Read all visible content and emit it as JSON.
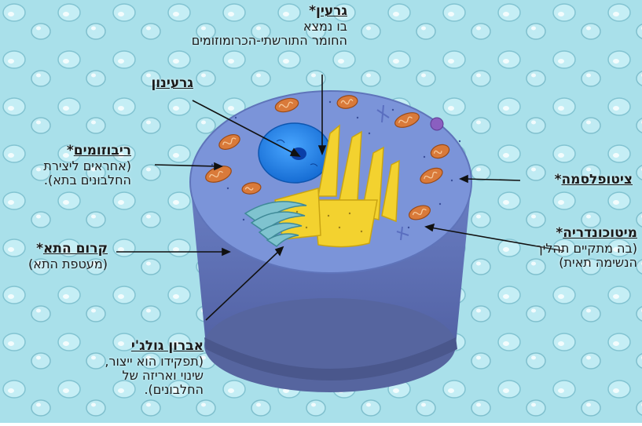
{
  "background_color": "#a9e0ea",
  "labels": {
    "nucleus": {
      "title": "גרעין",
      "star": "*",
      "desc": [
        "בו נמצא",
        "החומר התורשתי-הכרומוזומים"
      ]
    },
    "nucleolus": {
      "title": "גרעינון"
    },
    "ribosomes": {
      "title": "ריבוזומים",
      "star": "*",
      "desc": [
        "(אחראים ליצירת",
        "החלבונים בתא)."
      ]
    },
    "membrane": {
      "title": "קרום התא",
      "star": "*",
      "desc": [
        "(מעטפת התא)"
      ]
    },
    "golgi": {
      "title": "אברון גולג'י",
      "desc": [
        "(תפקידו הוא ייצור,",
        "שינוי ואריזה של",
        "החלבונים)."
      ]
    },
    "cytoplasm": {
      "title": "ציטופלסמה",
      "star": "*"
    },
    "mitochondria": {
      "title": "מיטוכונדריה",
      "star": "*",
      "desc": [
        "(בה מתקיים תהליך",
        "הנשימה תאית)"
      ]
    }
  },
  "colors": {
    "cell_top": "#6f8fd6",
    "cell_side": "#5f6fb0",
    "nucleus": "#2a86e4",
    "nucleolus": "#0f4fbf",
    "er": "#f3d22f",
    "golgi": "#6fb8c6",
    "mitochondria": "#d97a3a",
    "lysosome": "#8a5fc0"
  }
}
